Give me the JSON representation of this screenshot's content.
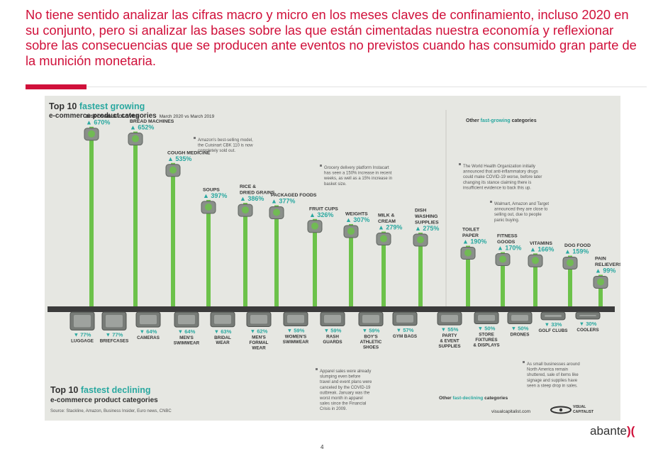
{
  "heading": "No tiene sentido analizar las cifras macro y micro en los meses claves de confinamiento, incluso 2020 en su conjunto, pero si analizar las bases sobre las que están cimentadas nuestra economía y reflexionar sobre las consecuencias que se producen ante eventos no previstos cuando has consumido gran parte de la munición monetaria.",
  "page_number": "4",
  "logo": {
    "text": "abante",
    "mark": ")("
  },
  "colors": {
    "accent": "#d0103a",
    "green": "#6cc24a",
    "panel": "#e6e7e2",
    "dark": "#3b3b3b",
    "teal": "#2aa8a0"
  },
  "chart_data": {
    "type": "bar",
    "title_line1_a": "Top 10 ",
    "title_line1_b": "fastest growing",
    "title_line2": "e-commerce product categories",
    "subtitle": "March 2020 vs March 2019",
    "other_growing_title_a": "Other ",
    "other_growing_title_b": "fast-growing",
    "other_growing_title_c": " categories",
    "declining_title_line1_a": "Top 10 ",
    "declining_title_line1_b": "fastest declining",
    "declining_title_line2": "e-commerce product categories",
    "other_declining_title_a": "Other ",
    "other_declining_title_b": "fast-declining",
    "other_declining_title_c": " categories",
    "source": "Source: Stackline, Amazon, Business Insider, Euro news, CNBC",
    "credit": "visualcapitalist.com",
    "brand_line1": "VISUAL",
    "brand_line2": "CAPITALIST",
    "growing": [
      {
        "label": [
          "DISPOSABLE GLOVES"
        ],
        "value": 670,
        "display": "670%"
      },
      {
        "label": [
          "BREAD MACHINES"
        ],
        "value": 652,
        "display": "652%"
      },
      {
        "label": [
          "COUGH MEDICINE"
        ],
        "value": 535,
        "display": "535%"
      },
      {
        "label": [
          "SOUPS"
        ],
        "value": 397,
        "display": "397%"
      },
      {
        "label": [
          "RICE &",
          "DRIED GRAINS"
        ],
        "value": 386,
        "display": "386%"
      },
      {
        "label": [
          "PACKAGED FOODS"
        ],
        "value": 377,
        "display": "377%"
      },
      {
        "label": [
          "FRUIT CUPS"
        ],
        "value": 326,
        "display": "326%"
      },
      {
        "label": [
          "WEIGHTS"
        ],
        "value": 307,
        "display": "307%"
      },
      {
        "label": [
          "MILK &",
          "CREAM"
        ],
        "value": 279,
        "display": "279%"
      },
      {
        "label": [
          "DISH",
          "WASHING",
          "SUPPLIES"
        ],
        "value": 275,
        "display": "275%"
      }
    ],
    "other_growing": [
      {
        "label": [
          "TOILET",
          "PAPER"
        ],
        "value": 190,
        "display": "190%"
      },
      {
        "label": [
          "FITNESS",
          "GOODS"
        ],
        "value": 170,
        "display": "170%"
      },
      {
        "label": [
          "VITAMINS"
        ],
        "value": 166,
        "display": "166%"
      },
      {
        "label": [
          "DOG FOOD"
        ],
        "value": 159,
        "display": "159%"
      },
      {
        "label": [
          "PAIN",
          "RELIEVERS"
        ],
        "value": 99,
        "display": "99%"
      }
    ],
    "declining": [
      {
        "label": [
          "LUGGAGE"
        ],
        "value": -77,
        "display": "77%"
      },
      {
        "label": [
          "BRIEFCASES"
        ],
        "value": -77,
        "display": "77%"
      },
      {
        "label": [
          "CAMERAS"
        ],
        "value": -64,
        "display": "64%"
      },
      {
        "label": [
          "MEN'S",
          "SWIMWEAR"
        ],
        "value": -64,
        "display": "64%"
      },
      {
        "label": [
          "BRIDAL",
          "WEAR"
        ],
        "value": -63,
        "display": "63%"
      },
      {
        "label": [
          "MEN'S",
          "FORMAL",
          "WEAR"
        ],
        "value": -62,
        "display": "62%"
      },
      {
        "label": [
          "WOMEN'S",
          "SWIMWEAR"
        ],
        "value": -59,
        "display": "59%"
      },
      {
        "label": [
          "RASH",
          "GUARDS"
        ],
        "value": -59,
        "display": "59%"
      },
      {
        "label": [
          "BOY'S",
          "ATHLETIC",
          "SHOES"
        ],
        "value": -59,
        "display": "59%"
      },
      {
        "label": [
          "GYM BAGS"
        ],
        "value": -57,
        "display": "57%"
      }
    ],
    "other_declining": [
      {
        "label": [
          "PARTY",
          "& EVENT",
          "SUPPLIES"
        ],
        "value": -55,
        "display": "55%"
      },
      {
        "label": [
          "STORE",
          "FIXTURES",
          "& DISPLAYS"
        ],
        "value": -50,
        "display": "50%"
      },
      {
        "label": [
          "DRONES"
        ],
        "value": -50,
        "display": "50%"
      },
      {
        "label": [
          "GOLF CLUBS"
        ],
        "value": -33,
        "display": "33%"
      },
      {
        "label": [
          "COOLERS"
        ],
        "value": -30,
        "display": "30%"
      }
    ],
    "annotations": {
      "bread": [
        "Amazon's best-selling model,",
        "the Cuisinart CBK 110 is now",
        "completely sold out."
      ],
      "instacart": [
        "Grocery delivery platform Instacart",
        "has seen a 150% increase in recent",
        "weeks, as well as a 15% increase in",
        "basket size."
      ],
      "who": [
        "The World Health Organization initially",
        "announced that anti-inflammatory drugs",
        "could make COVID-19 worse, before later",
        "changing its stance claiming there is",
        "insufficient evidence to back this up."
      ],
      "walmart": [
        "Walmart, Amazon and Target",
        "announced they are close to",
        "selling out, due to people",
        "panic buying."
      ],
      "apparel": [
        "Apparel sales were already",
        "slumping even before",
        "travel and event plans were",
        "canceled by the COVID-19",
        "outbreak. January was the",
        "worst month in apparel",
        "sales since the Financial",
        "Crisis in 2009."
      ],
      "small_business": [
        "As small businesses around",
        "North America remain",
        "shuttered, sale of items like",
        "signage and supplies have",
        "seen a steep drop in sales."
      ],
      "store_sign": "OPEN",
      "soup_can": "SOUP"
    }
  }
}
